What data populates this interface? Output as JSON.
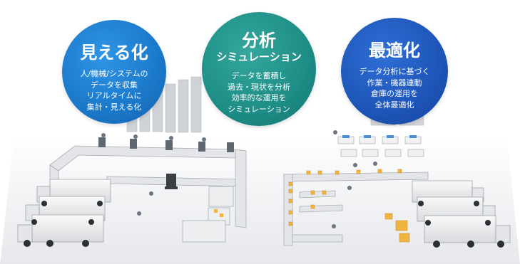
{
  "circles": {
    "visualize": {
      "title": "見える化",
      "lines": [
        "人/機械/システムの",
        "データを収集",
        "リアルタイムに",
        "集計・見える化"
      ],
      "color": "#1b78c9"
    },
    "analysis": {
      "title": "分析",
      "subtitle": "シミュレーション",
      "lines": [
        "データを蓄積し",
        "過去・現状を分析",
        "効率的な運用を",
        "シミュレーション"
      ],
      "color": "#1d8d86"
    },
    "optimize": {
      "title": "最適化",
      "lines": [
        "データ分析に基づく",
        "作業・機器連動",
        "倉庫の運用を",
        "全体最適化"
      ],
      "color": "#1e55b8"
    }
  }
}
